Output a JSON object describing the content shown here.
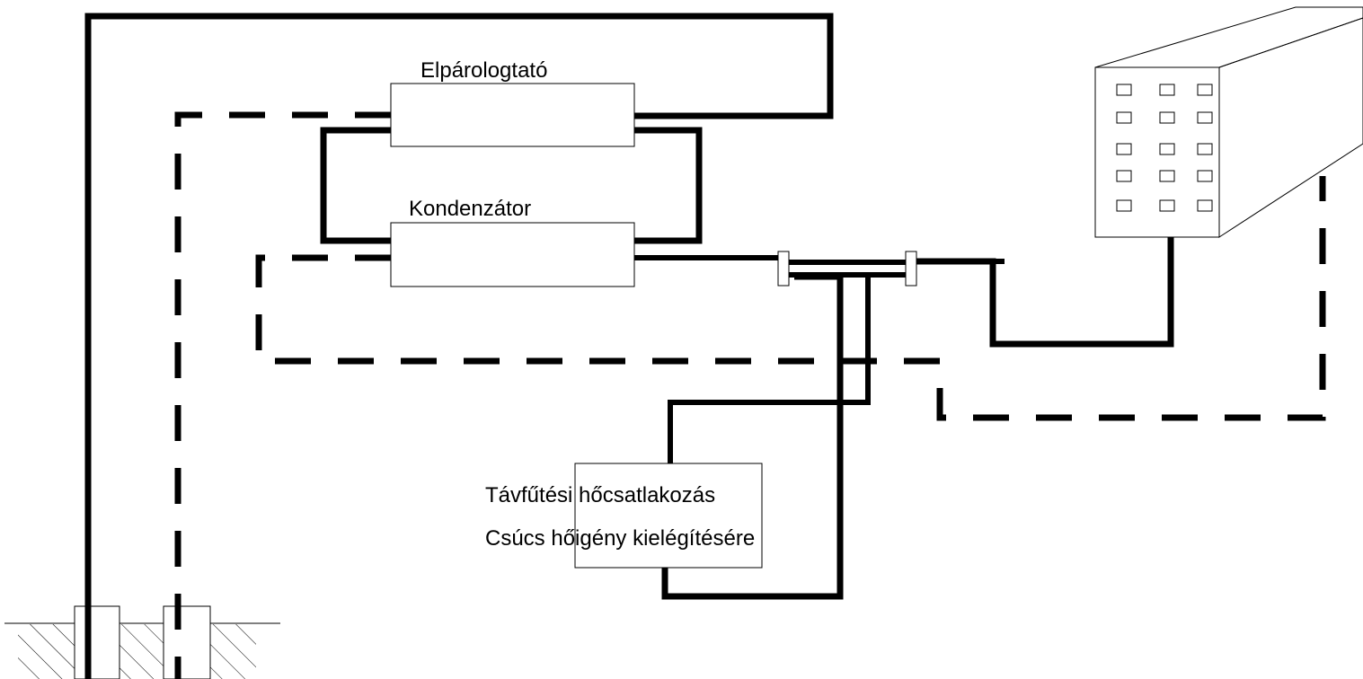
{
  "labels": {
    "evaporator": "Elpárologtató",
    "condenser": "Kondenzátor",
    "district_heating_line1": "Távfűtési hőcsatlakozás",
    "district_heating_line2": "Csúcs hőigény kielégítésére"
  },
  "colors": {
    "line": "#000000",
    "background": "#ffffff"
  }
}
